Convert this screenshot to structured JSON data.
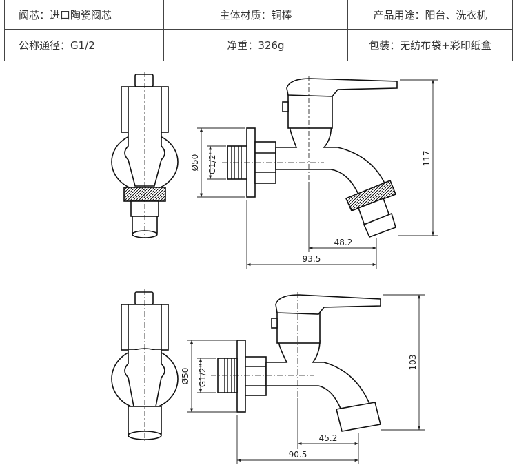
{
  "specs": {
    "rows": [
      [
        "阀芯：进口陶瓷阀芯",
        "主体材质：铜棒",
        "产品用途：阳台、洗衣机"
      ],
      [
        "公称通径：G1/2",
        "净重：326g",
        "包装：无纺布袋+彩印纸盒"
      ]
    ]
  },
  "diagram_top": {
    "dia_label": "Ø50",
    "thread_label": "G1/2\"",
    "height_label": "117",
    "spout_label": "48.2",
    "length_label": "93.5"
  },
  "diagram_bottom": {
    "dia_label": "Ø50",
    "thread_label": "G1/2\"",
    "height_label": "103",
    "spout_label": "45.2",
    "length_label": "90.5"
  }
}
